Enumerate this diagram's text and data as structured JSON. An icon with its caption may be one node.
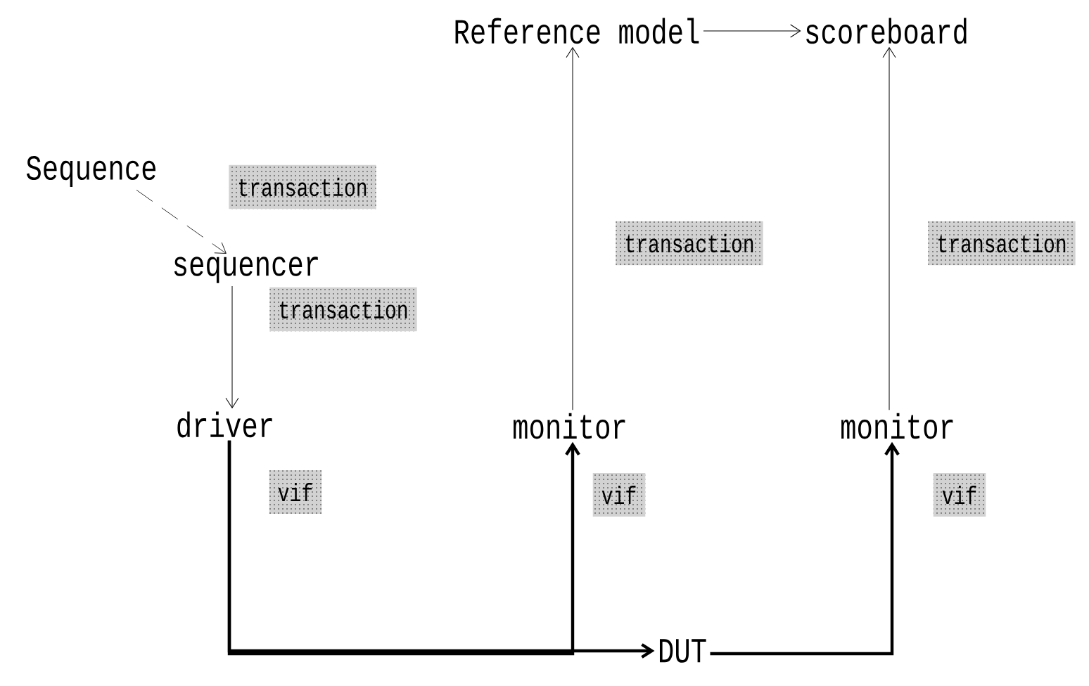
{
  "diagram": {
    "nodes": [
      {
        "text": [
          "Sequence"
        ]
      },
      {
        "text": [
          "sequencer"
        ]
      },
      {
        "text": [
          "driver"
        ]
      },
      {
        "text": [
          "Reference model"
        ]
      },
      {
        "text": [
          "scoreboard"
        ]
      },
      {
        "text": [
          "monitor"
        ]
      },
      {
        "text": [
          "monitor"
        ]
      },
      {
        "text": [
          "DUT"
        ]
      }
    ],
    "edges": [
      {
        "from": 0,
        "to": 1,
        "arrow": "to",
        "style": "dashed",
        "label": "transaction"
      },
      {
        "from": 1,
        "to": 2,
        "arrow": "to",
        "label": "transaction"
      },
      {
        "from": 2,
        "to": 7,
        "arrow": "to",
        "style": "thick",
        "label": "vif"
      },
      {
        "from": 2,
        "to": 5,
        "arrow": "to",
        "style": "thick",
        "label": "vif"
      },
      {
        "from": 7,
        "to": 6,
        "arrow": "to",
        "style": "thick",
        "label": "vif"
      },
      {
        "from": 5,
        "to": 3,
        "arrow": "to",
        "label": "transaction"
      },
      {
        "from": 6,
        "to": 4,
        "arrow": "to",
        "label": "transaction"
      },
      {
        "from": 3,
        "to": 4,
        "arrow": "to"
      }
    ]
  }
}
